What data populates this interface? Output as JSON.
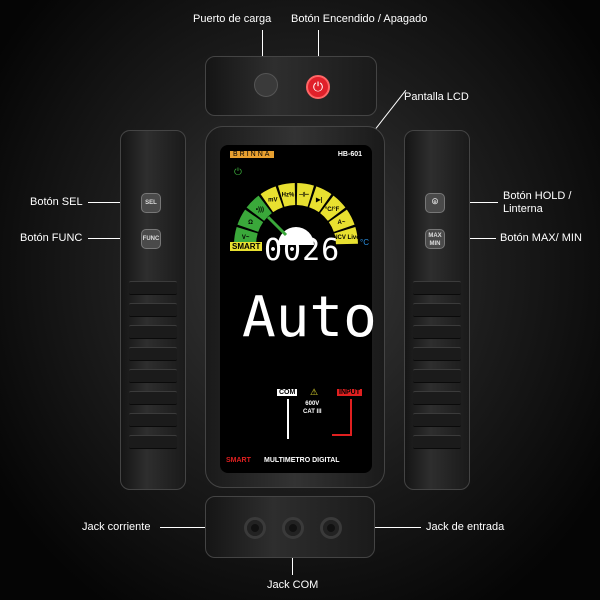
{
  "callouts": {
    "charge_port": "Puerto de carga",
    "power_button": "Botón Encendido / Apagado",
    "lcd": "Pantalla LCD",
    "sel": "Botón SEL",
    "func": "Botón FUNC",
    "hold_line1": "Botón HOLD /",
    "hold_line2": "Linterna",
    "maxmin": "Botón MAX/ MIN",
    "jack_current": "Jack corriente",
    "jack_input": "Jack de entrada",
    "jack_com": "Jack COM"
  },
  "buttons": {
    "sel": "SEL",
    "func": "FUNC",
    "max": "MAX",
    "min": "MIN"
  },
  "device": {
    "brand": "BRINNA",
    "model": "HB-601",
    "smart_badge": "SMART",
    "reading": "0026",
    "unit": "°C",
    "mode_text": "Auto",
    "com_label": "COM",
    "input_label": "INPUT",
    "rating_line1": "600V",
    "rating_line2": "CAT III",
    "footer_smart": "SMART",
    "footer_title": "MULTIMETRO DIGITAL",
    "dial_segments": [
      {
        "label": "V~",
        "color": "#3aa83a"
      },
      {
        "label": "Ω",
        "color": "#3aa83a"
      },
      {
        "label": "•)))",
        "color": "#3aa83a"
      },
      {
        "label": "mV",
        "color": "#e8e030"
      },
      {
        "label": "Hz%",
        "color": "#e8e030"
      },
      {
        "label": "⊣⊢",
        "color": "#e8e030"
      },
      {
        "label": "▶|",
        "color": "#e8e030"
      },
      {
        "label": "°C/°F",
        "color": "#e8e030"
      },
      {
        "label": "A~",
        "color": "#e8e030"
      },
      {
        "label": "NCV Live",
        "color": "#e8e030"
      }
    ]
  },
  "colors": {
    "power": "#e0202a",
    "input": "#e02020",
    "unit": "#2a8fe0",
    "brand": "#e8a030"
  }
}
